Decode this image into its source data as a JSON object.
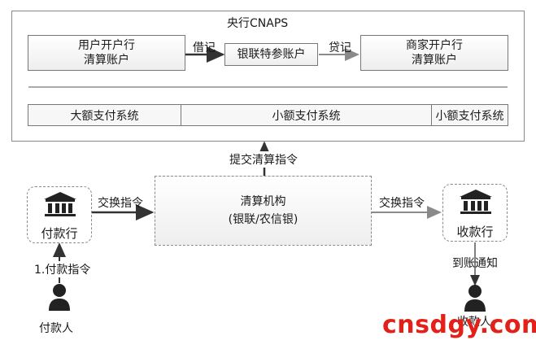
{
  "cnaps": {
    "title": "央行CNAPS",
    "payer_account": [
      "用户开户行",
      "清算账户"
    ],
    "unionpay_account": "银联特参账户",
    "merchant_account": [
      "商家开户行",
      "清算账户"
    ],
    "debit_label": "借记",
    "credit_label": "贷记",
    "systems": [
      "大额支付系统",
      "小额支付系统",
      "小额支付系统"
    ]
  },
  "clearing": {
    "name": "清算机构",
    "detail": "(银联/农信银)",
    "submit_label": "提交清算指令"
  },
  "payer_bank": {
    "label": "付款行",
    "exchange_label": "交换指令"
  },
  "payee_bank": {
    "label": "收款行",
    "exchange_label": "交换指令"
  },
  "payer": {
    "label": "付款人",
    "instruction_label": "1.付款指令"
  },
  "payee": {
    "label": "收款人",
    "notice_label": "到账通知"
  },
  "watermark": "cnsdgy.com"
}
